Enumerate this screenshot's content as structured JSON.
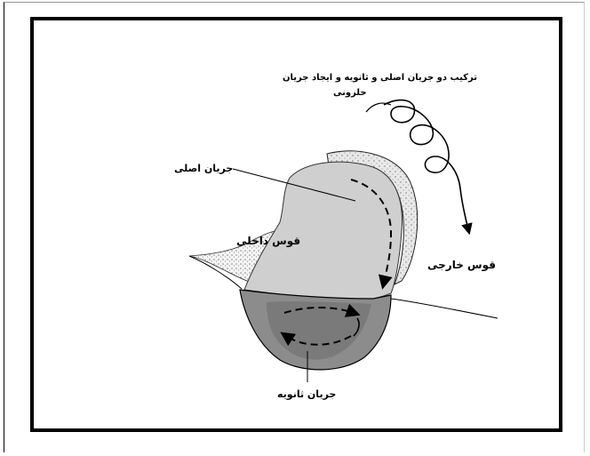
{
  "labels": {
    "helical_line1": "ترکیب دو جریان اصلی و ثانویه و ایجاد جریان",
    "helical_line2": "حلزونی",
    "main_flow": "جریان اصلی",
    "inner_bank": "قوس داخلی",
    "outer_bank": "قوس خارجی",
    "secondary_flow": "جریان ثانویه"
  }
}
